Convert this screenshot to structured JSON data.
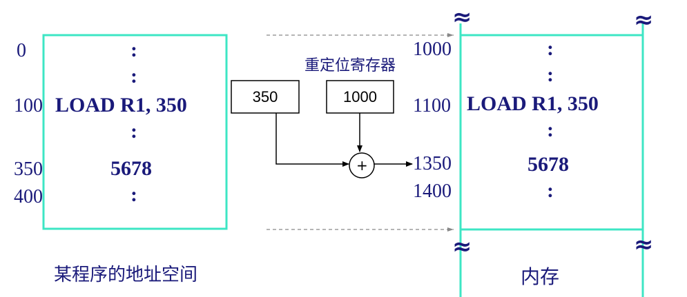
{
  "program_space": {
    "addresses": [
      "0",
      "100",
      "350",
      "400"
    ],
    "instruction": "LOAD  R1, 350",
    "data_value": "5678",
    "ellipsis": ":",
    "caption": "某程序的地址空间"
  },
  "relocation": {
    "register_label": "重定位寄存器",
    "logical_address": "350",
    "register_value": "1000",
    "adder_symbol": "+"
  },
  "memory": {
    "addresses": [
      "1000",
      "1100",
      "1350",
      "1400"
    ],
    "instruction": "LOAD  R1, 350",
    "data_value": "5678",
    "ellipsis": ":",
    "break_symbol": "≈",
    "caption": "内存"
  },
  "colors": {
    "box_border": "#3de6c4",
    "text": "#1a1a7a",
    "dashed_arrow": "#888888"
  }
}
